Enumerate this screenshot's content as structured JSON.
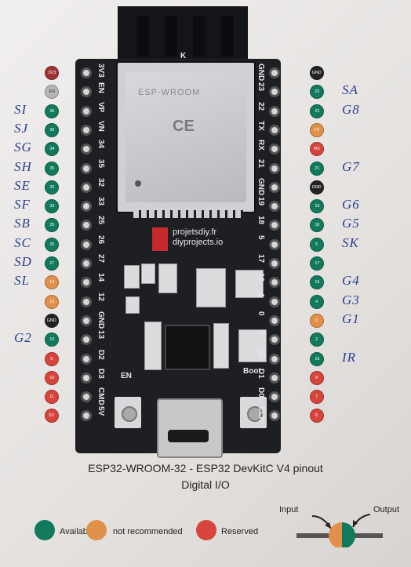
{
  "colors": {
    "available": "#117a5c",
    "not_recommended": "#e0904a",
    "reserved": "#d6443b",
    "power": "#a03434",
    "ground": "#222222",
    "neutral": "#b6b6b6",
    "ink": "#2a3e92"
  },
  "module_brand": "ESP-WROOM",
  "ce_mark": "CE",
  "logo": {
    "line1": "projetsdiy.fr",
    "line2": "diyprojects.io"
  },
  "board_labels": {
    "antenna_k": "K",
    "en_button": "EN",
    "boot_button": "Boot"
  },
  "left_silk": [
    "3V3",
    "EN",
    "VP",
    "VN",
    "34",
    "35",
    "32",
    "33",
    "25",
    "26",
    "27",
    "14",
    "12",
    "GND",
    "13",
    "D2",
    "D3",
    "CMD",
    "5V"
  ],
  "right_silk": [
    "GND",
    "23",
    "22",
    "TX",
    "RX",
    "21",
    "GND",
    "19",
    "18",
    "5",
    "17",
    "16",
    "4",
    "0",
    "2",
    "15",
    "D1",
    "D0",
    "CLK"
  ],
  "left_badges": [
    {
      "label": "3V3",
      "kind": "power"
    },
    {
      "label": "EN",
      "kind": "neutral"
    },
    {
      "label": "36",
      "kind": "available"
    },
    {
      "label": "39",
      "kind": "available"
    },
    {
      "label": "34",
      "kind": "available"
    },
    {
      "label": "35",
      "kind": "available"
    },
    {
      "label": "32",
      "kind": "available"
    },
    {
      "label": "33",
      "kind": "available"
    },
    {
      "label": "25",
      "kind": "available"
    },
    {
      "label": "26",
      "kind": "available"
    },
    {
      "label": "27",
      "kind": "available"
    },
    {
      "label": "14",
      "kind": "not_recommended"
    },
    {
      "label": "12",
      "kind": "not_recommended"
    },
    {
      "label": "GND",
      "kind": "ground"
    },
    {
      "label": "13",
      "kind": "available"
    },
    {
      "label": "9",
      "kind": "reserved"
    },
    {
      "label": "10",
      "kind": "reserved"
    },
    {
      "label": "11",
      "kind": "reserved"
    },
    {
      "label": "5V",
      "kind": "reserved"
    }
  ],
  "right_badges": [
    {
      "label": "GND",
      "kind": "ground"
    },
    {
      "label": "23",
      "kind": "available"
    },
    {
      "label": "22",
      "kind": "available"
    },
    {
      "label": "TX",
      "kind": "not_recommended"
    },
    {
      "label": "RX",
      "kind": "reserved"
    },
    {
      "label": "21",
      "kind": "available"
    },
    {
      "label": "GND",
      "kind": "ground"
    },
    {
      "label": "19",
      "kind": "available"
    },
    {
      "label": "18",
      "kind": "available"
    },
    {
      "label": "5",
      "kind": "available"
    },
    {
      "label": "17",
      "kind": "available"
    },
    {
      "label": "16",
      "kind": "available"
    },
    {
      "label": "4",
      "kind": "available"
    },
    {
      "label": "0",
      "kind": "not_recommended"
    },
    {
      "label": "2",
      "kind": "available"
    },
    {
      "label": "15",
      "kind": "available"
    },
    {
      "label": "8",
      "kind": "reserved"
    },
    {
      "label": "7",
      "kind": "reserved"
    },
    {
      "label": "6",
      "kind": "reserved"
    }
  ],
  "handwritten_left": [
    "SI",
    "SJ",
    "SG",
    "SH",
    "SE",
    "SF",
    "SB",
    "SC",
    "SD",
    "SL",
    "G2"
  ],
  "handwritten_right": [
    "SA",
    "G8",
    "G7",
    "G6",
    "G5",
    "SK",
    "G4",
    "G3",
    "G1",
    "IR"
  ],
  "caption": {
    "line1": "ESP32-WROOM-32 - ESP32 DevKitC V4 pinout",
    "line2": "Digital I/O"
  },
  "legend": {
    "available": "Available",
    "not_recommended": "not recommended",
    "reserved": "Reserved"
  },
  "io_legend": {
    "input": "Input",
    "output": "Output"
  }
}
